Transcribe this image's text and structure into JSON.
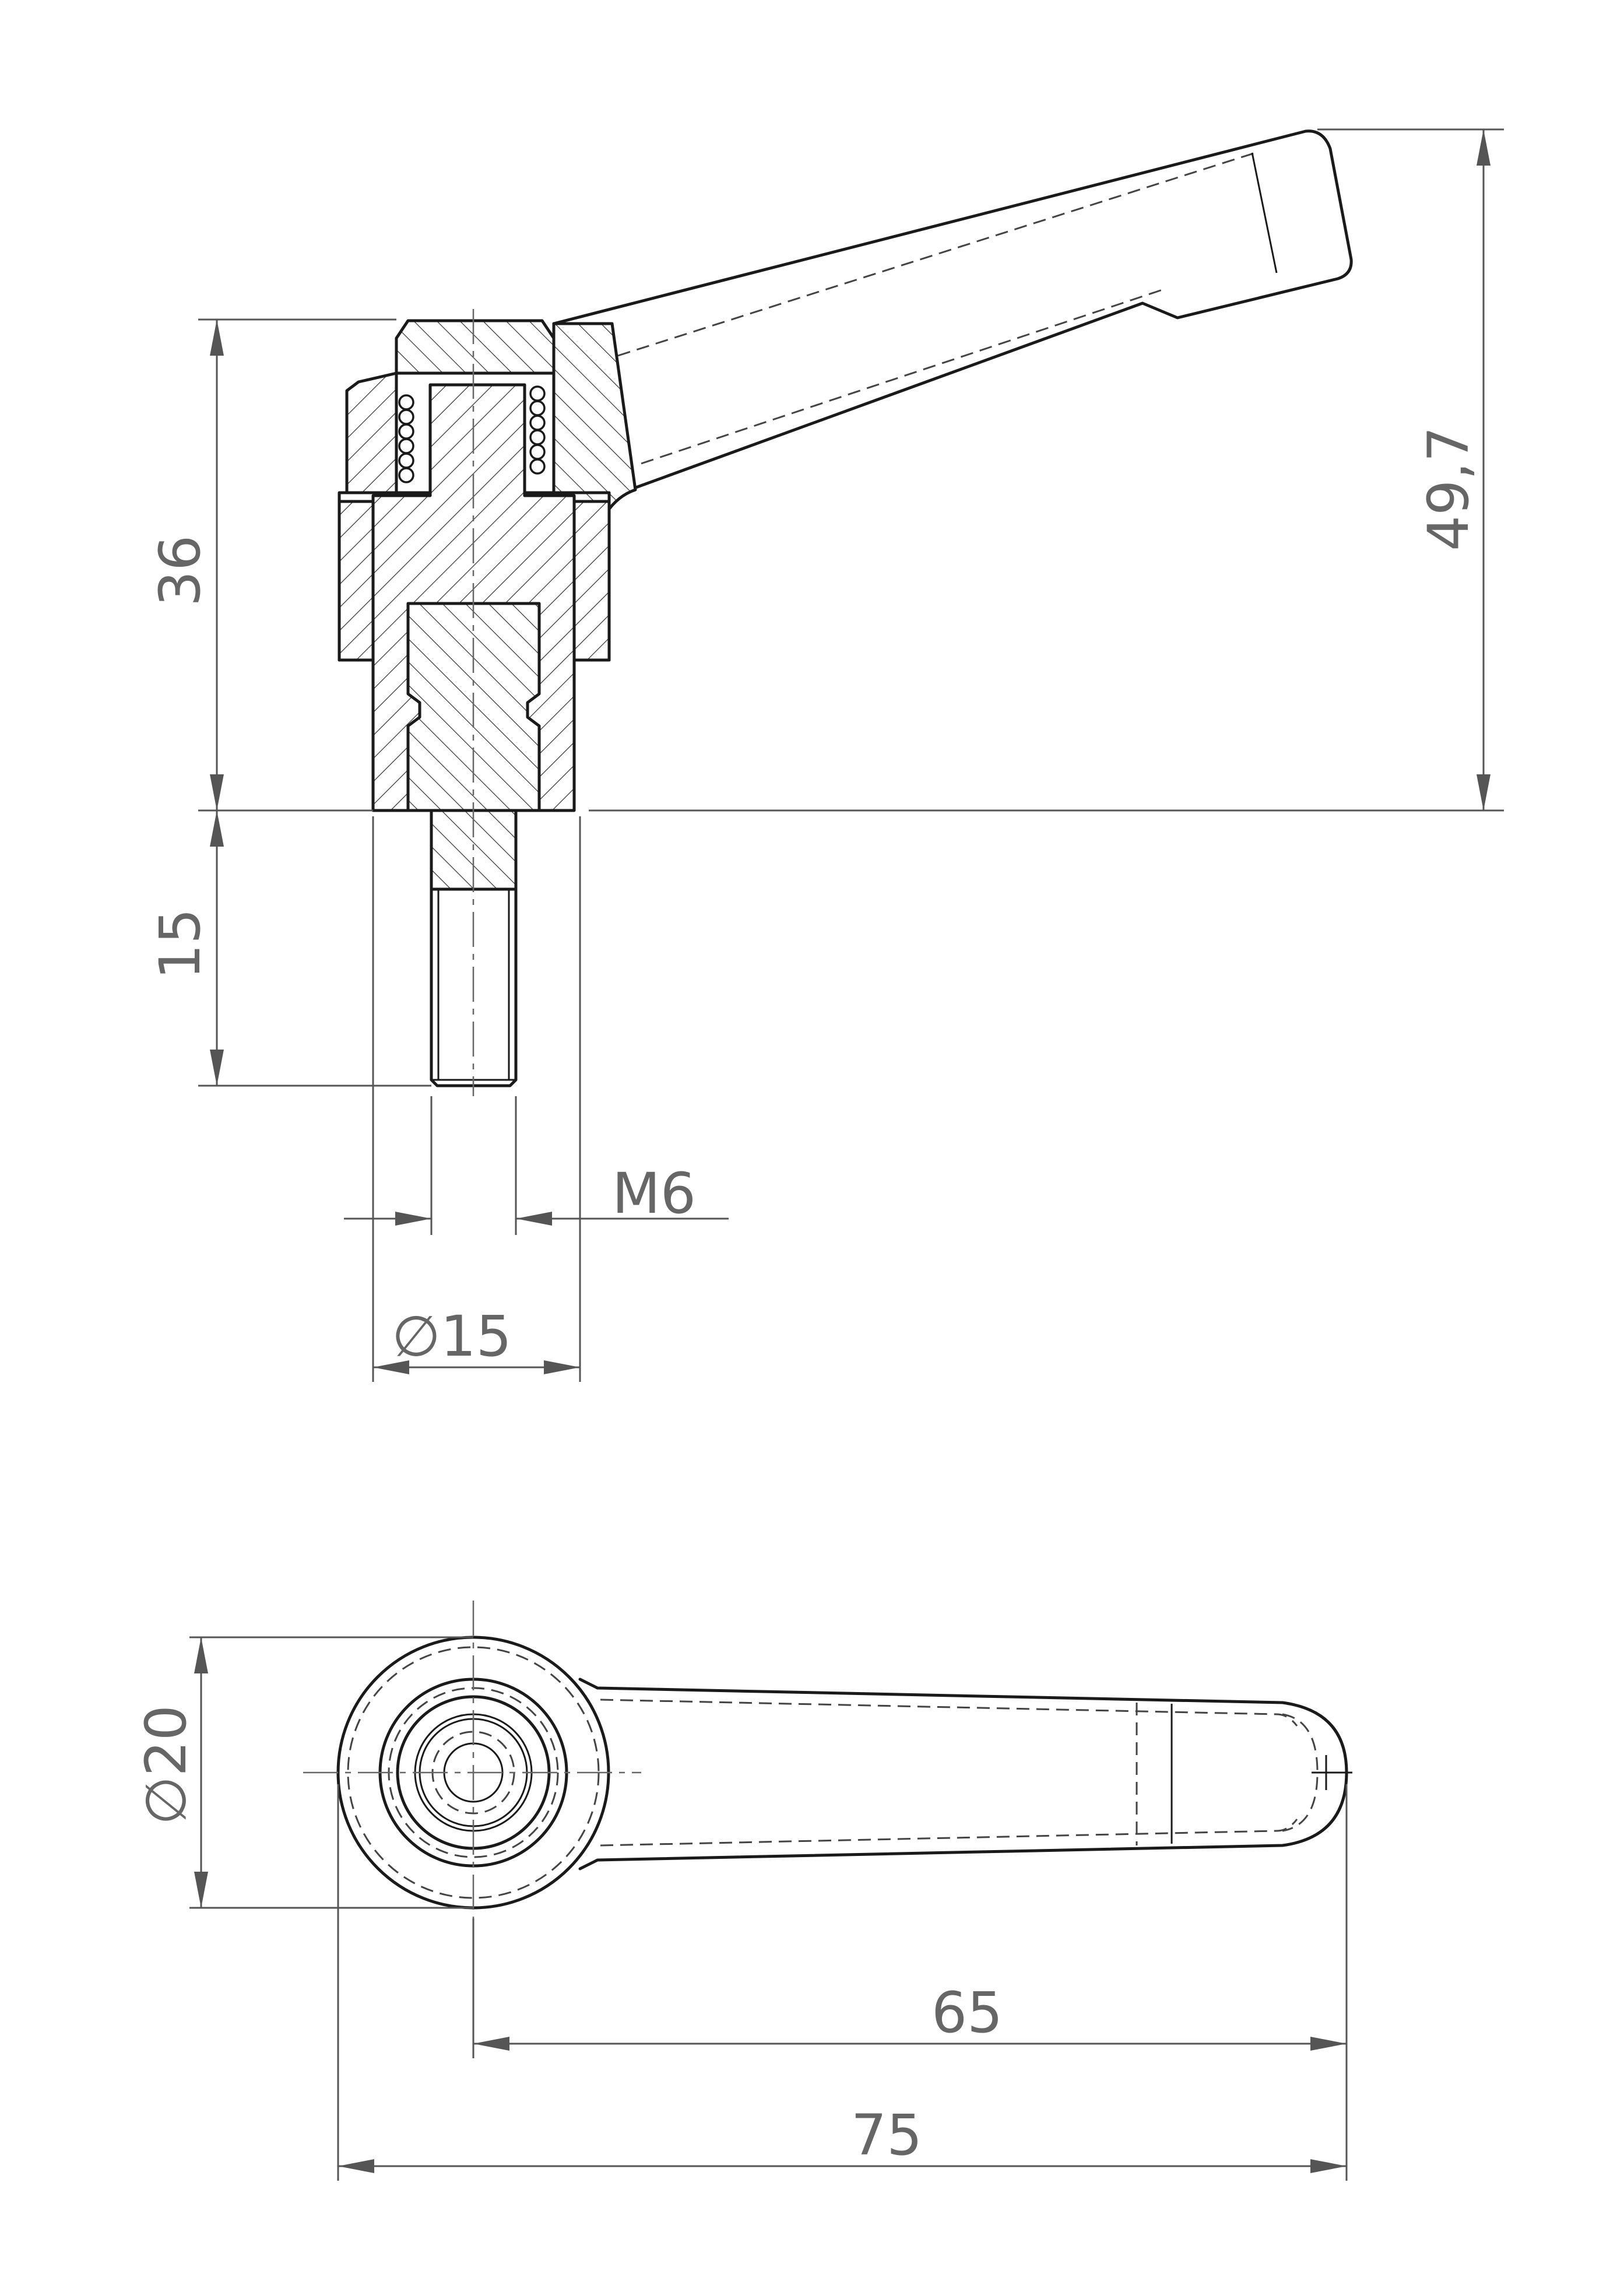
{
  "dimensions": {
    "height_total": "36",
    "stud_length": "15",
    "thread": "M6",
    "hub_diameter": "∅15",
    "lever_height": "49,7",
    "knob_diameter": "∅20",
    "lever_center_length": "65",
    "overall_length": "75"
  },
  "colors": {
    "line": "#1a1a1a",
    "dimension": "#555555",
    "text": "#666666"
  }
}
